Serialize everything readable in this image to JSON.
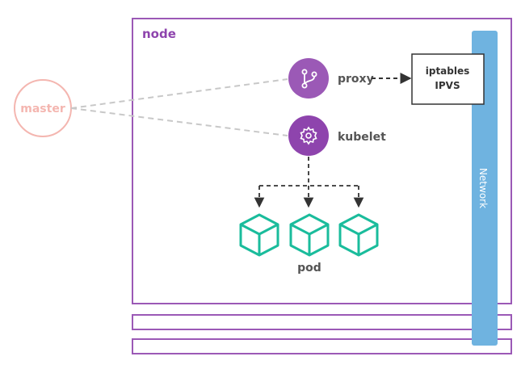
{
  "node": {
    "label": "node"
  },
  "master": {
    "label": "master"
  },
  "proxy": {
    "label": "proxy",
    "icon": "git-branch-icon"
  },
  "kubelet": {
    "label": "kubelet",
    "icon": "gear-icon"
  },
  "iptables": {
    "line1": "iptables",
    "line2": "IPVS"
  },
  "network": {
    "label": "Network"
  },
  "pods": {
    "label": "pod",
    "count": 3,
    "icon": "cube-icon"
  },
  "colors": {
    "node_border": "#9b59b6",
    "master": "#f4b6b0",
    "component_fill": "#8e44ad",
    "pod": "#1abc9c",
    "network": "#6fb3e0",
    "text": "#555555"
  }
}
